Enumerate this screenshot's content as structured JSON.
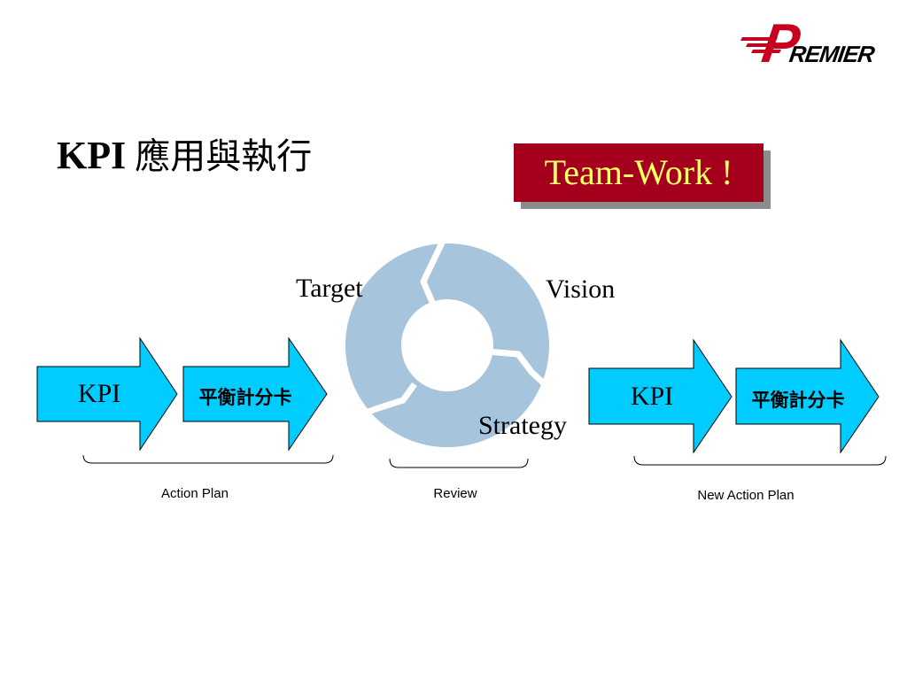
{
  "logo": {
    "text": "PREMIER",
    "colors": {
      "p": "#c8001e",
      "text": "#000000",
      "stripes": "#c8001e"
    }
  },
  "title": {
    "kpi": "KPI",
    "cjk": "應用與執行"
  },
  "teamwork": {
    "label": "Team-Work !",
    "bg": "#a4001e",
    "fg": "#ffff66"
  },
  "cycle": {
    "labels": {
      "target": "Target",
      "vision": "Vision",
      "strategy": "Strategy"
    },
    "color": "#a6c4dc"
  },
  "left_group": {
    "kpi": "KPI",
    "scorecard": "平衡計分卡",
    "bracket": "Action Plan"
  },
  "center_group": {
    "bracket": "Review"
  },
  "right_group": {
    "kpi": "KPI",
    "scorecard": "平衡計分卡",
    "bracket": "New Action Plan"
  },
  "colors": {
    "arrow_fill": "#00ccff",
    "arrow_stroke": "#000000"
  }
}
